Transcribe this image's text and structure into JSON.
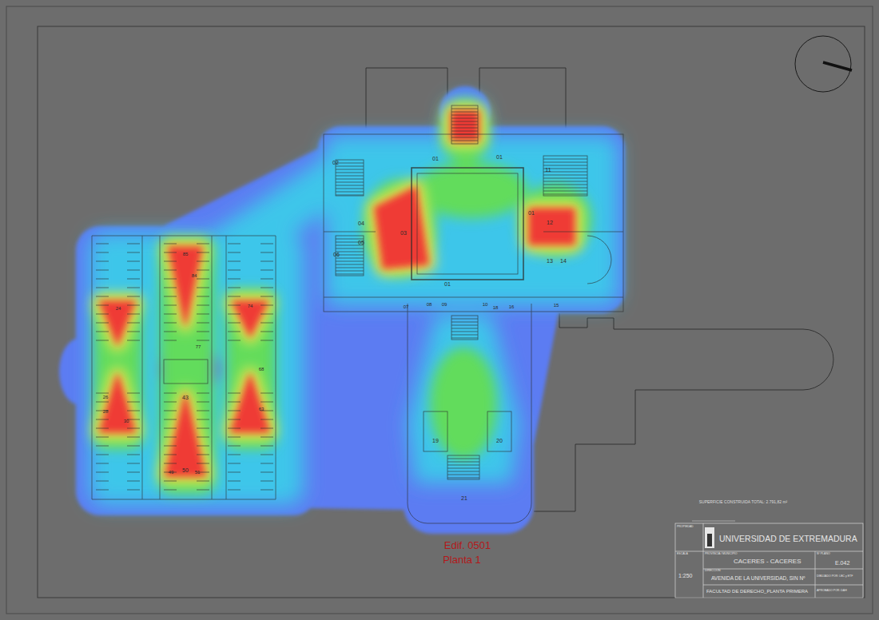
{
  "diagram": {
    "labels": [
      "01",
      "01",
      "02",
      "11",
      "01",
      "12",
      "03",
      "04",
      "05",
      "06",
      "01",
      "13",
      "14",
      "07",
      "08",
      "09",
      "10",
      "18",
      "16",
      "15",
      "19",
      "20",
      "21",
      "85",
      "84",
      "24",
      "74",
      "77",
      "68",
      "43",
      "26",
      "28",
      "30",
      "63",
      "50",
      "49",
      "51",
      "Edif. 0501",
      "Planta 1",
      "SUPERFICIE CONSTRUIDA TOTAL: 2.791,82 m²",
      "PROPIEDAD",
      "UNIVERSIDAD DE EXTREMADURA",
      "ESCALA",
      "1:250",
      "PROVINCIA / MUNICIPIO",
      "CACERES - CACERES",
      "Nº PLANO",
      "E.042",
      "DIRECCION",
      "AVENIDA DE LA UNIVERSIDAD, SIN Nº",
      "DIBUJADO POR: LBC y ETF",
      "FACULTAD DE DERECHO_PLANTA PRIMERA",
      "APROBADO POR: DAH"
    ]
  }
}
